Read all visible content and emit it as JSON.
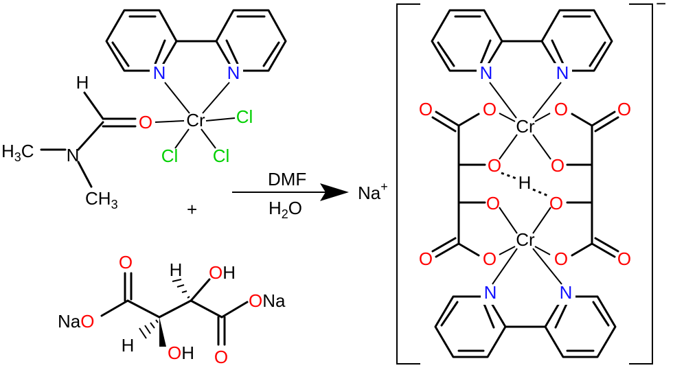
{
  "reactant1": {
    "bipyridine_n1": "N",
    "bipyridine_n2": "N",
    "metal": "Cr",
    "chloride_1": "Cl",
    "chloride_2": "Cl",
    "chloride_3": "Cl",
    "dmf_oxygen": "O",
    "dmf_nitrogen": "N",
    "dmf_formyl_h": "H",
    "methyl_top": "H",
    "methyl_top_sub": "3",
    "methyl_top_c": "C",
    "methyl_bottom": "CH",
    "methyl_bottom_sub": "3"
  },
  "plus_sign": "+",
  "reactant2": {
    "carboxyl_o_top": "O",
    "carboxyl_o_bottom": "O",
    "ona_left": "NaO",
    "ona_right": "ONa",
    "oh_top": "OH",
    "oh_bottom": "OH",
    "h_top": "H",
    "h_bottom": "H"
  },
  "arrow": {
    "reagent_above": "DMF",
    "reagent_below_h": "H",
    "reagent_below_sub": "2",
    "reagent_below_o": "O"
  },
  "counter_ion": {
    "symbol": "Na",
    "charge": "+"
  },
  "product": {
    "charge": "−",
    "bpy_top_n1": "N",
    "bpy_top_n2": "N",
    "bpy_bottom_n1": "N",
    "bpy_bottom_n2": "N",
    "cr_top": "Cr",
    "cr_bottom": "Cr",
    "bridging_h": "H",
    "oxygen": "O"
  }
}
